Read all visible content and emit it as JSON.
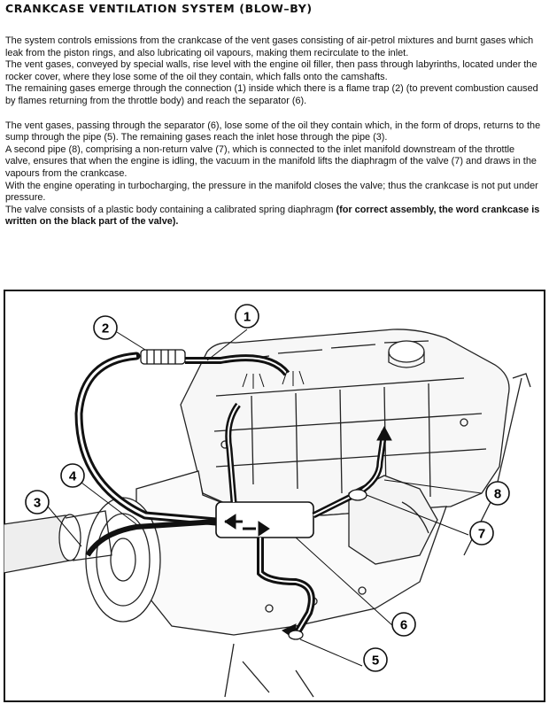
{
  "title": "CRANKCASE VENTILATION SYSTEM (BLOW–BY)",
  "paragraphs": [
    "The system controls emissions from the crankcase of the vent gases consisting of air-petrol mixtures and burnt gases which leak from the piston rings, and also lubricating oil vapours, making them recirculate to the inlet.",
    "The vent gases, conveyed by special walls, rise level with the engine oil filler, then pass through labyrinths, located under the rocker cover, where they lose some of the oil they contain, which falls onto the camshafts.",
    "The remaining gases emerge through the connection (1) inside which there is a flame trap (2) (to prevent combustion caused by flames returning from the throttle body) and reach the separator (6).",
    "The vent gases, passing through the separator (6), lose some of the oil they contain which, in the form of drops, returns to the sump through the pipe (5). The remaining gases reach the inlet hose through the pipe (3).",
    "A second pipe (8), comprising a non-return valve (7), which is connected to the inlet manifold downstream of the throttle valve, ensures that when the engine is idling, the vacuum in the manifold lifts the diaphragm of the valve (7) and draws in the vapours from the crankcase.",
    "With the engine operating in turbocharging, the pressure in the manifold closes the valve; thus the crankcase is not put under pressure."
  ],
  "last_paragraph": {
    "normal": "The valve consists of a plastic body containing a calibrated spring diaphragm ",
    "bold": "(for correct assembly, the word crankcase is written on the black part of the valve)."
  },
  "callouts": [
    "1",
    "2",
    "3",
    "4",
    "5",
    "6",
    "7",
    "8"
  ]
}
